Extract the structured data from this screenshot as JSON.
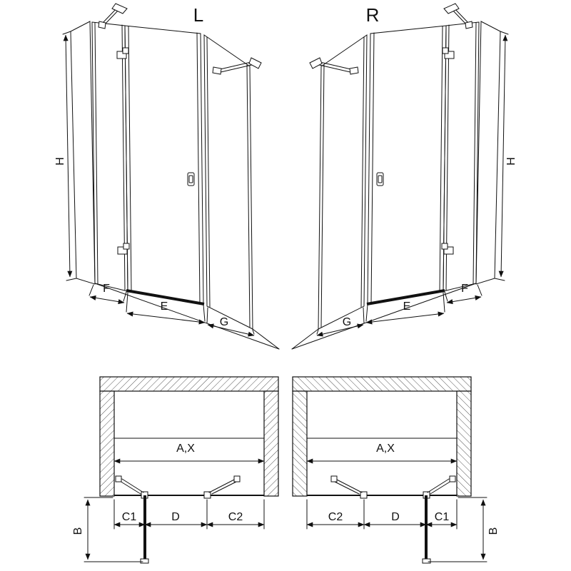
{
  "canvas": {
    "background_color": "#ffffff",
    "line_color": "#111111"
  },
  "elevations": {
    "left": {
      "title": "L",
      "height_label": "H",
      "fixed_panel_label": "F",
      "door_width_label": "E",
      "side_panel_label": "G"
    },
    "right": {
      "title": "R",
      "height_label": "H",
      "fixed_panel_label": "F",
      "door_width_label": "E",
      "side_panel_label": "G"
    }
  },
  "plans": {
    "left": {
      "overall_width_label": "A,X",
      "segment_labels": [
        "C1",
        "D",
        "C2"
      ],
      "door_projection_label": "B"
    },
    "right": {
      "overall_width_label": "A,X",
      "segment_labels": [
        "C2",
        "D",
        "C1"
      ],
      "door_projection_label": "B"
    }
  }
}
